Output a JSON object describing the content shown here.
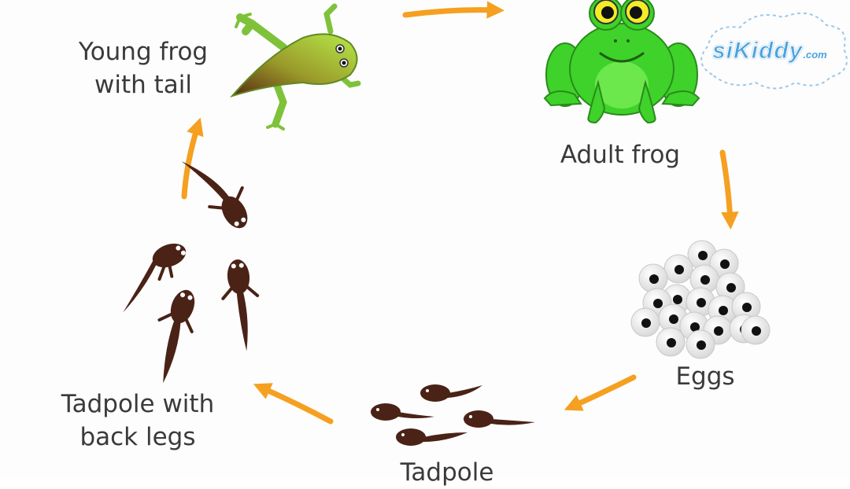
{
  "labels": {
    "young_frog_line1": "Young frog",
    "young_frog_line2": "with tail",
    "adult_frog": "Adult frog",
    "eggs": "Eggs",
    "tadpole": "Tadpole",
    "tadpole_legs_line1": "Tadpole with",
    "tadpole_legs_line2": "back legs"
  },
  "watermark": {
    "text": "siKiddy",
    "suffix": ".com"
  },
  "colors": {
    "arrow": "#f5a020",
    "frog_green": "#3fd22a",
    "young_frog_green": "#9edc3a",
    "tadpole_brown": "#4a2216",
    "egg_gray": "#e4e4e4",
    "text": "#3a3a3a",
    "watermark_blue": "#4aa3df"
  }
}
